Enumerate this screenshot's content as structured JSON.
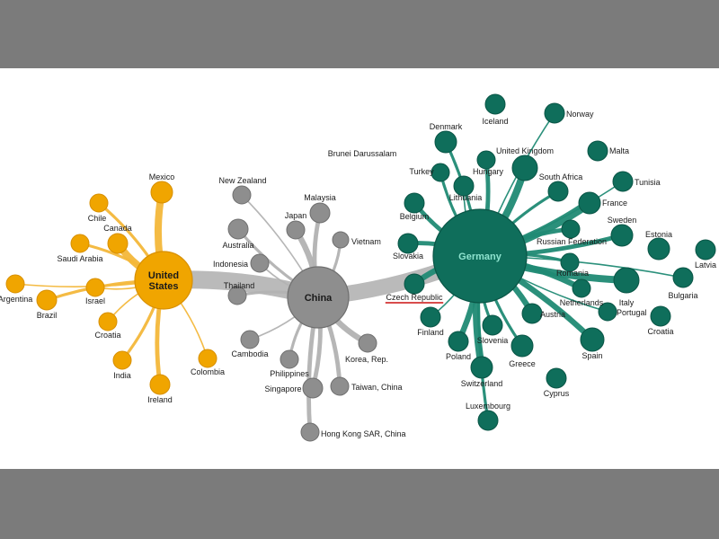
{
  "colors": {
    "us": "#f0a500",
    "us_stroke": "#d78f00",
    "us_link": "#f3b73a",
    "cn": "#8e8e8e",
    "cn_stroke": "#6f6f6f",
    "cn_link": "#b2b2b2",
    "de": "#0f6e5b",
    "de_stroke": "#0a5546",
    "de_link": "#208a74",
    "de_label": "#8fe3cf",
    "highlight": "#cc1111"
  },
  "hubs": [
    {
      "id": "us",
      "label_lines": [
        "United",
        "States"
      ],
      "group": "us"
    },
    {
      "id": "cn",
      "label_lines": [
        "China"
      ],
      "group": "cn"
    },
    {
      "id": "de",
      "label_lines": [
        "Germany"
      ],
      "group": "de"
    }
  ],
  "nodes": [
    {
      "id": "mexico",
      "label": "Mexico",
      "group": "us",
      "hub": "us",
      "weight": 5
    },
    {
      "id": "chile",
      "label": "Chile",
      "group": "us",
      "hub": "us",
      "weight": 2
    },
    {
      "id": "canada",
      "label": "Canada",
      "group": "us",
      "hub": "us",
      "weight": 5
    },
    {
      "id": "saudi",
      "label": "Saudi Arabia",
      "group": "us",
      "hub": "us",
      "weight": 2
    },
    {
      "id": "argentina",
      "label": "Argentina",
      "group": "us",
      "hub": "us",
      "weight": 1
    },
    {
      "id": "brazil",
      "label": "Brazil",
      "group": "us",
      "hub": "us",
      "weight": 2
    },
    {
      "id": "israel",
      "label": "Israel",
      "group": "us",
      "hub": "us",
      "weight": 1
    },
    {
      "id": "croatia_us",
      "label": "Croatia",
      "group": "us",
      "hub": "us",
      "weight": 1
    },
    {
      "id": "india",
      "label": "India",
      "group": "us",
      "hub": "us",
      "weight": 2
    },
    {
      "id": "ireland",
      "label": "Ireland",
      "group": "us",
      "hub": "us",
      "weight": 3
    },
    {
      "id": "colombia",
      "label": "Colombia",
      "group": "us",
      "hub": "us",
      "weight": 1
    },
    {
      "id": "nz",
      "label": "New Zealand",
      "group": "cn",
      "hub": "cn",
      "weight": 1
    },
    {
      "id": "malaysia",
      "label": "Malaysia",
      "group": "cn",
      "hub": "cn",
      "weight": 3
    },
    {
      "id": "japan",
      "label": "Japan",
      "group": "cn",
      "hub": "cn",
      "weight": 4
    },
    {
      "id": "australia",
      "label": "Australia",
      "group": "cn",
      "hub": "cn",
      "weight": 2
    },
    {
      "id": "vietnam",
      "label": "Vietnam",
      "group": "cn",
      "hub": "cn",
      "weight": 2
    },
    {
      "id": "indonesia",
      "label": "Indonesia",
      "group": "cn",
      "hub": "cn",
      "weight": 1
    },
    {
      "id": "thailand",
      "label": "Thailand",
      "group": "cn",
      "hub": "cn",
      "weight": 2
    },
    {
      "id": "cambodia",
      "label": "Cambodia",
      "group": "cn",
      "hub": "cn",
      "weight": 1
    },
    {
      "id": "philippines",
      "label": "Philippines",
      "group": "cn",
      "hub": "cn",
      "weight": 2
    },
    {
      "id": "singapore",
      "label": "Singapore",
      "group": "cn",
      "hub": "cn",
      "weight": 3
    },
    {
      "id": "korea",
      "label": "Korea, Rep.",
      "group": "cn",
      "hub": "cn",
      "weight": 4
    },
    {
      "id": "taiwan",
      "label": "Taiwan, China",
      "group": "cn",
      "hub": "cn",
      "weight": 3
    },
    {
      "id": "hongkong",
      "label": "Hong Kong SAR, China",
      "group": "cn",
      "hub": "cn",
      "weight": 3
    },
    {
      "id": "brunei",
      "label": "Brunei Darussalam",
      "group": "cn",
      "hub": null,
      "weight": 0
    },
    {
      "id": "iceland",
      "label": "Iceland",
      "group": "de",
      "hub": null,
      "weight": 0
    },
    {
      "id": "norway",
      "label": "Norway",
      "group": "de",
      "hub": "de",
      "weight": 1
    },
    {
      "id": "denmark",
      "label": "Denmark",
      "group": "de",
      "hub": "de",
      "weight": 2
    },
    {
      "id": "malta",
      "label": "Malta",
      "group": "de",
      "hub": null,
      "weight": 0
    },
    {
      "id": "uk",
      "label": "United Kingdom",
      "group": "de",
      "hub": "de",
      "weight": 5
    },
    {
      "id": "turkey",
      "label": "Turkey",
      "group": "de",
      "hub": "de",
      "weight": 2
    },
    {
      "id": "hungary",
      "label": "Hungary",
      "group": "de",
      "hub": "de",
      "weight": 3
    },
    {
      "id": "southafrica",
      "label": "South Africa",
      "group": "de",
      "hub": "de",
      "weight": 2
    },
    {
      "id": "tunisia",
      "label": "Tunisia",
      "group": "de",
      "hub": "de",
      "weight": 1
    },
    {
      "id": "lithuania",
      "label": "Lithuania",
      "group": "de",
      "hub": "de",
      "weight": 1
    },
    {
      "id": "france",
      "label": "France",
      "group": "de",
      "hub": "de",
      "weight": 6
    },
    {
      "id": "belgium",
      "label": "Belgium",
      "group": "de",
      "hub": "de",
      "weight": 3
    },
    {
      "id": "sweden",
      "label": "Sweden",
      "group": "de",
      "hub": "de",
      "weight": 3
    },
    {
      "id": "estonia",
      "label": "Estonia",
      "group": "de",
      "hub": null,
      "weight": 0
    },
    {
      "id": "latvia",
      "label": "Latvia",
      "group": "de",
      "hub": null,
      "weight": 0
    },
    {
      "id": "russia",
      "label": "Russian Federation",
      "group": "de",
      "hub": "de",
      "weight": 3
    },
    {
      "id": "slovakia",
      "label": "Slovakia",
      "group": "de",
      "hub": "de",
      "weight": 3
    },
    {
      "id": "romania",
      "label": "Romania",
      "group": "de",
      "hub": "de",
      "weight": 2
    },
    {
      "id": "czech",
      "label": "Czech Republic",
      "group": "de",
      "hub": "de",
      "weight": 4,
      "highlight": true
    },
    {
      "id": "netherlands",
      "label": "Netherlands",
      "group": "de",
      "hub": "de",
      "weight": 4
    },
    {
      "id": "italy",
      "label": "Italy",
      "group": "de",
      "hub": "de",
      "weight": 5
    },
    {
      "id": "bulgaria",
      "label": "Bulgaria",
      "group": "de",
      "hub": "de",
      "weight": 1
    },
    {
      "id": "portugal",
      "label": "Portugal",
      "group": "de",
      "hub": "de",
      "weight": 1
    },
    {
      "id": "austria",
      "label": "Austria",
      "group": "de",
      "hub": "de",
      "weight": 4
    },
    {
      "id": "croatia_de",
      "label": "Croatia",
      "group": "de",
      "hub": null,
      "weight": 0
    },
    {
      "id": "finland",
      "label": "Finland",
      "group": "de",
      "hub": "de",
      "weight": 1
    },
    {
      "id": "slovenia",
      "label": "Slovenia",
      "group": "de",
      "hub": "de",
      "weight": 2
    },
    {
      "id": "poland",
      "label": "Poland",
      "group": "de",
      "hub": "de",
      "weight": 4
    },
    {
      "id": "greece",
      "label": "Greece",
      "group": "de",
      "hub": "de",
      "weight": 2
    },
    {
      "id": "spain",
      "label": "Spain",
      "group": "de",
      "hub": "de",
      "weight": 4
    },
    {
      "id": "switzerland",
      "label": "Switzerland",
      "group": "de",
      "hub": "de",
      "weight": 5
    },
    {
      "id": "cyprus",
      "label": "Cyprus",
      "group": "de",
      "hub": null,
      "weight": 0
    },
    {
      "id": "luxembourg",
      "label": "Luxembourg",
      "group": "de",
      "hub": "de",
      "weight": 2
    }
  ],
  "hub_links": [
    {
      "from": "us",
      "to": "cn",
      "weight": 9
    },
    {
      "from": "cn",
      "to": "de",
      "weight": 8
    }
  ]
}
